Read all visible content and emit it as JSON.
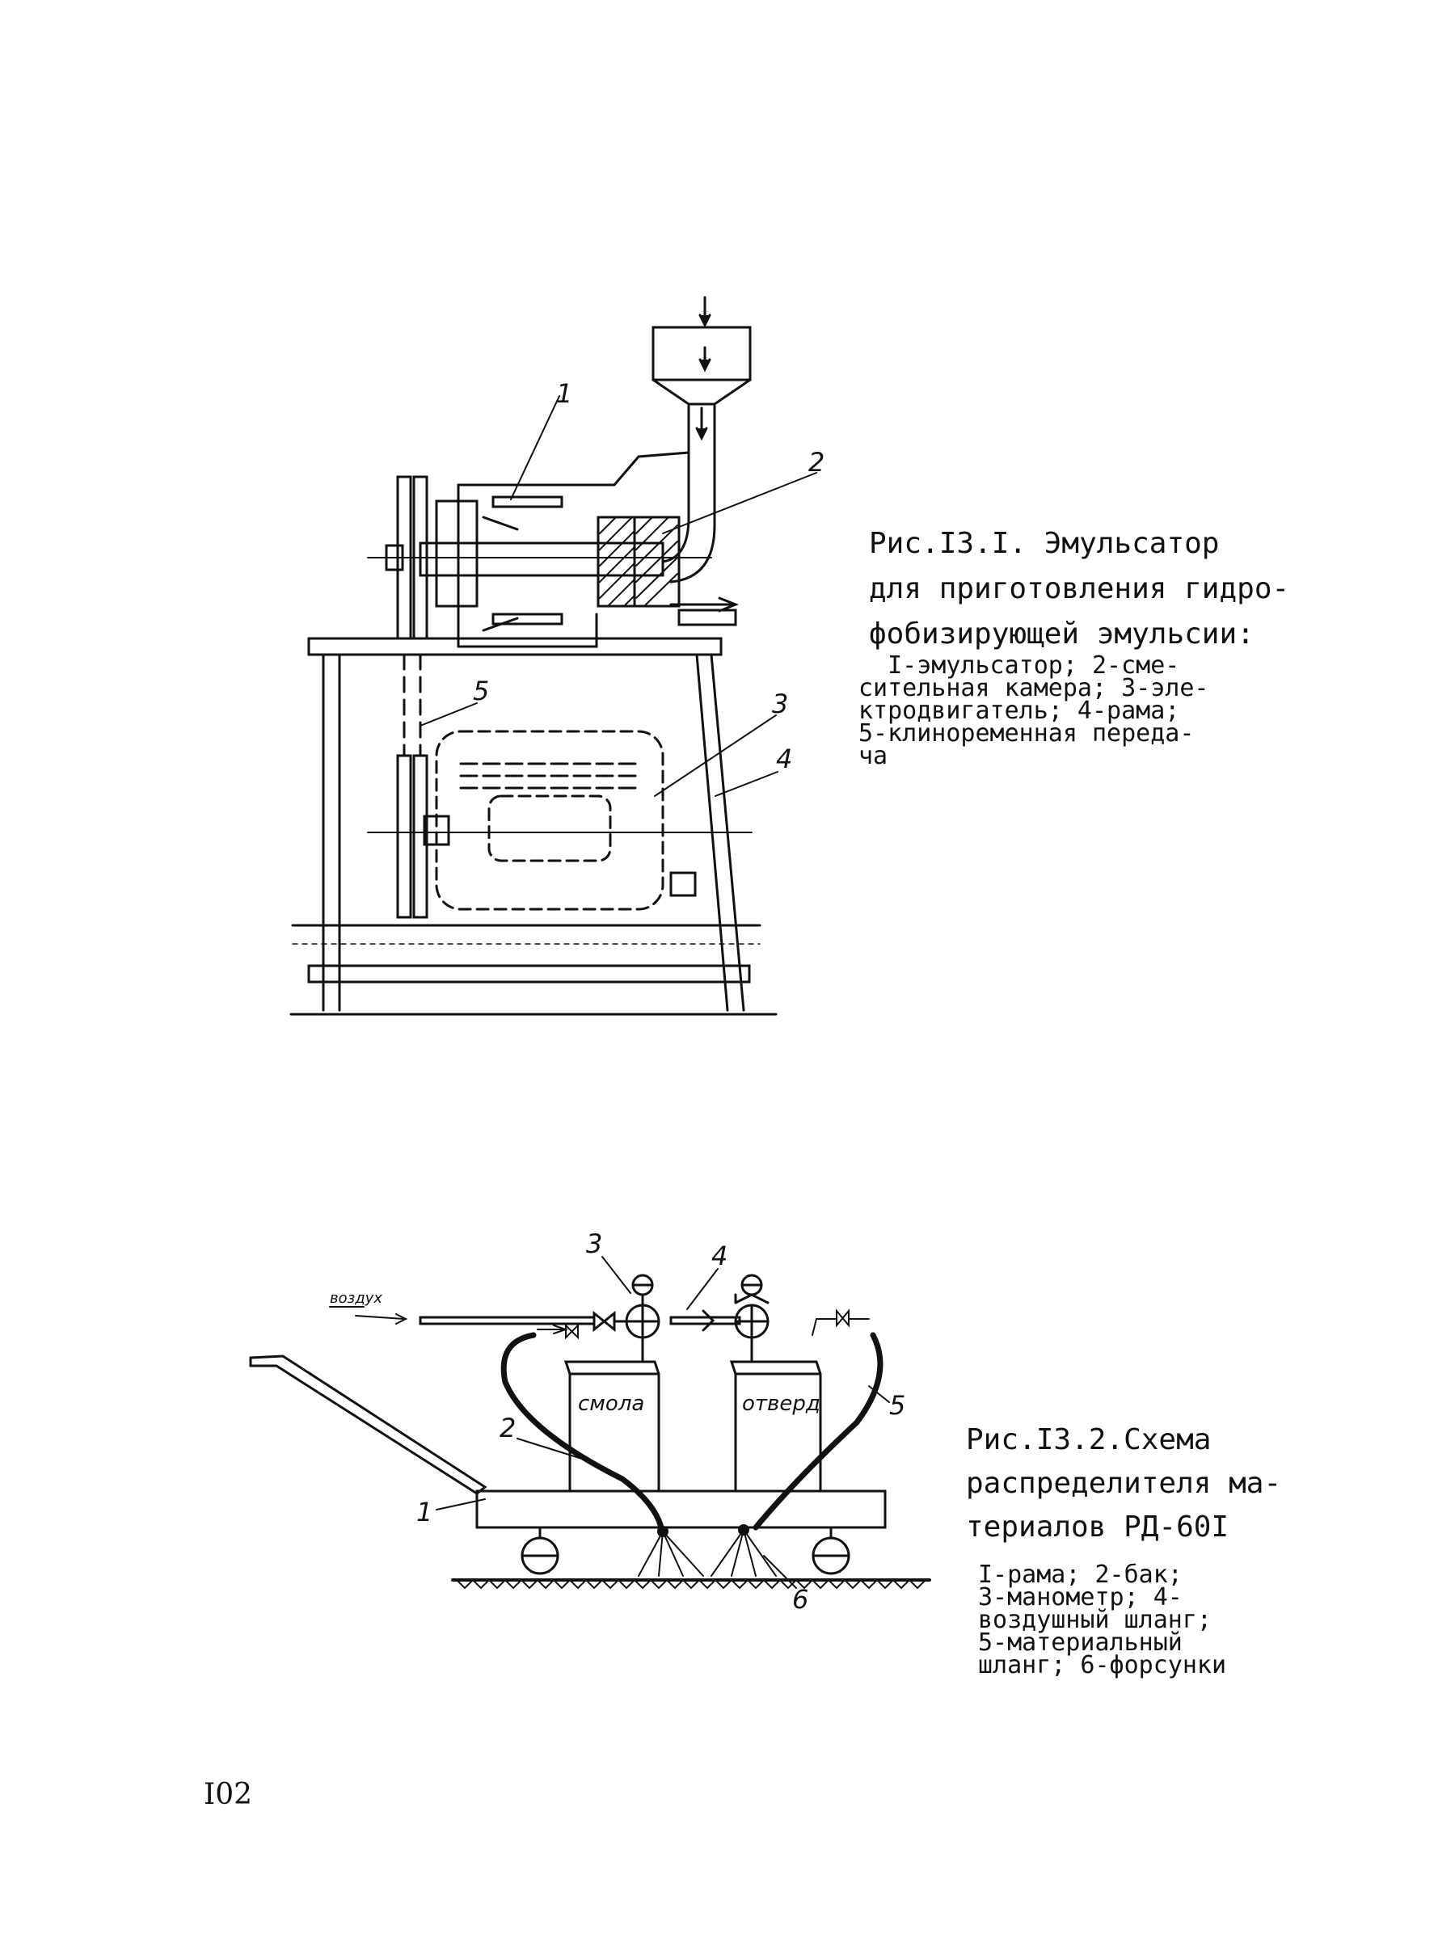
{
  "figure1": {
    "caption_lines": [
      "Рис.I3.I. Эмульсатор",
      "для приготовления гидро-",
      "фобизирующей эмульсии:"
    ],
    "legend_lines": [
      "  I-эмульсатор; 2-сме-",
      "сительная камера; 3-эле-",
      "ктродвигатель; 4-рама;",
      "5-клиноременная переда-",
      "ча"
    ],
    "labels": [
      "1",
      "2",
      "3",
      "4",
      "5"
    ]
  },
  "figure2": {
    "caption_lines": [
      "Рис.I3.2.Схема",
      "распределителя ма-",
      "териалов РД-60I"
    ],
    "legend_lines": [
      "I-рама; 2-бак;",
      "3-манометр; 4-",
      "воздушный шланг;",
      "5-материальный",
      "шланг; 6-форсунки"
    ],
    "labels": [
      "1",
      "2",
      "3",
      "4",
      "5",
      "6"
    ],
    "tank_labels": [
      "смола",
      "отверд"
    ],
    "air_label": "воздух"
  },
  "page_number": "I02"
}
